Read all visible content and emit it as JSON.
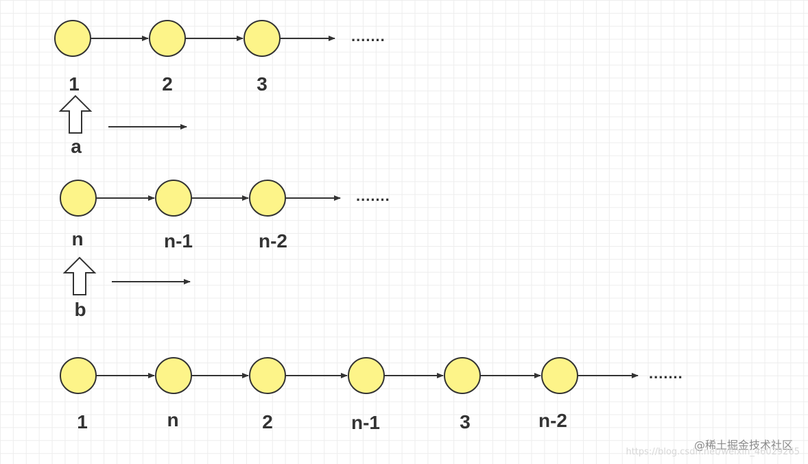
{
  "diagram": {
    "colors": {
      "node_fill": "#fdf489",
      "node_stroke": "#333333",
      "edge": "#333333"
    },
    "row1": {
      "labels": [
        "1",
        "2",
        "3"
      ],
      "ellipsis": "......."
    },
    "step_a": {
      "label": "a"
    },
    "row2": {
      "labels": [
        "n",
        "n-1",
        "n-2"
      ],
      "ellipsis": "......."
    },
    "step_b": {
      "label": "b"
    },
    "row3": {
      "labels": [
        "1",
        "n",
        "2",
        "n-1",
        "3",
        "n-2"
      ],
      "ellipsis": "......."
    }
  },
  "watermark": {
    "site": "@稀土掘金技术社区",
    "url": "https://blog.csdn.net/weixin_46029265"
  }
}
